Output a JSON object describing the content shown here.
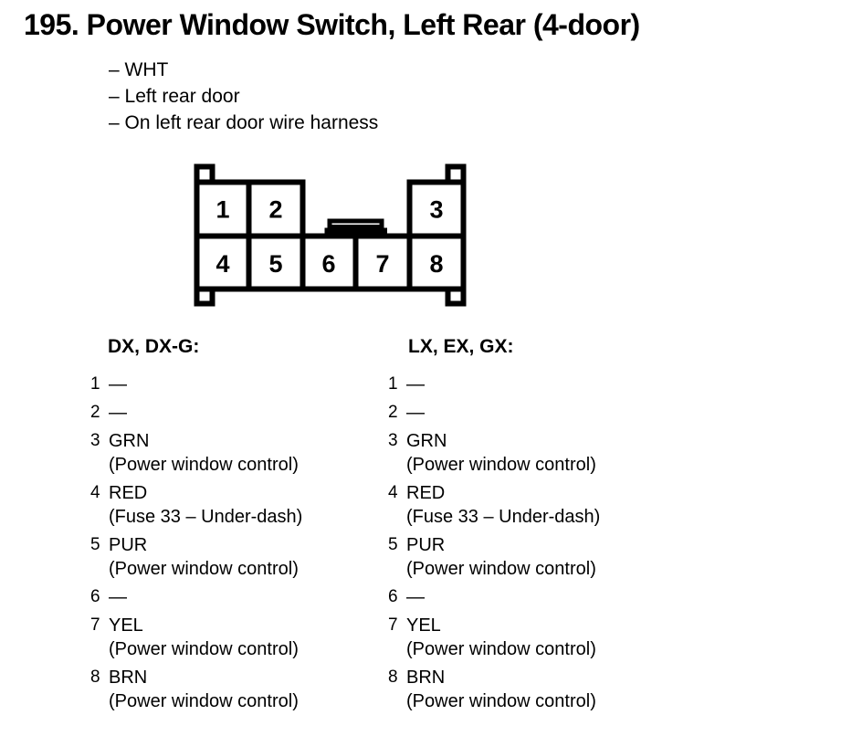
{
  "title": "195. Power Window Switch, Left Rear (4-door)",
  "notes": [
    "– WHT",
    "– Left rear door",
    "– On left rear door wire harness"
  ],
  "connector": {
    "description": "8-cavity connector face, viewed with pins 1-3 on top row and 4-8 on bottom row",
    "pins": [
      "1",
      "2",
      "3",
      "4",
      "5",
      "6",
      "7",
      "8"
    ]
  },
  "columns": [
    {
      "header": "DX, DX-G:",
      "pins": [
        {
          "num": "1",
          "wire": "—",
          "desc": ""
        },
        {
          "num": "2",
          "wire": "—",
          "desc": ""
        },
        {
          "num": "3",
          "wire": "GRN",
          "desc": "(Power window control)"
        },
        {
          "num": "4",
          "wire": "RED",
          "desc": "(Fuse 33 – Under-dash)"
        },
        {
          "num": "5",
          "wire": "PUR",
          "desc": "(Power window control)"
        },
        {
          "num": "6",
          "wire": "—",
          "desc": ""
        },
        {
          "num": "7",
          "wire": "YEL",
          "desc": "(Power window control)"
        },
        {
          "num": "8",
          "wire": "BRN",
          "desc": "(Power window control)"
        }
      ]
    },
    {
      "header": "LX, EX, GX:",
      "pins": [
        {
          "num": "1",
          "wire": "—",
          "desc": ""
        },
        {
          "num": "2",
          "wire": "—",
          "desc": ""
        },
        {
          "num": "3",
          "wire": "GRN",
          "desc": "(Power window control)"
        },
        {
          "num": "4",
          "wire": "RED",
          "desc": "(Fuse 33 – Under-dash)"
        },
        {
          "num": "5",
          "wire": "PUR",
          "desc": "(Power window control)"
        },
        {
          "num": "6",
          "wire": "—",
          "desc": ""
        },
        {
          "num": "7",
          "wire": "YEL",
          "desc": "(Power window control)"
        },
        {
          "num": "8",
          "wire": "BRN",
          "desc": "(Power window control)"
        }
      ]
    }
  ],
  "colors": {
    "ink": "#000000",
    "background": "#ffffff"
  }
}
